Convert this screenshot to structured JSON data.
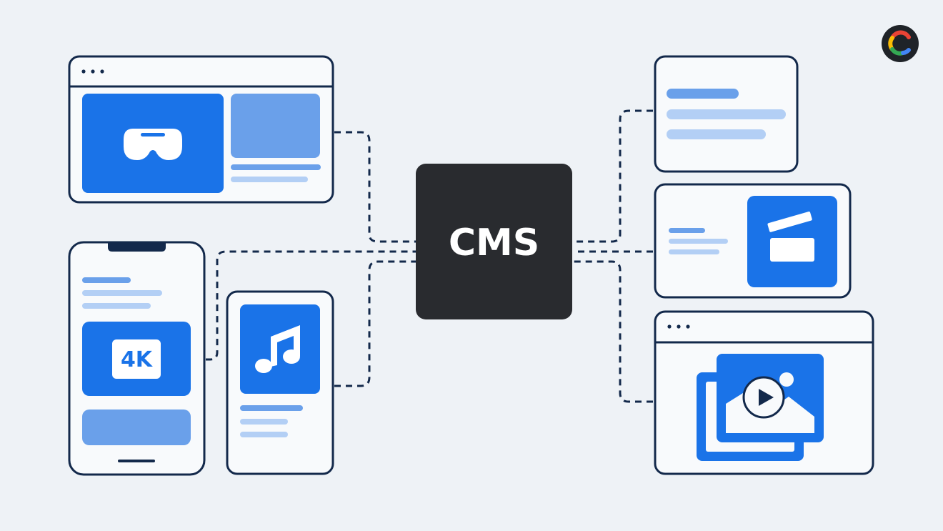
{
  "hub": {
    "label": "CMS"
  },
  "badges": {
    "resolution_label": "4K"
  },
  "colors": {
    "background": "#eef2f6",
    "outline": "#13294b",
    "hub": "#292b2f",
    "primary_blue": "#1a73e8",
    "mid_blue": "#6aa0ea",
    "light_blue": "#b3cff5",
    "panel": "#f8fafc",
    "logo_ring": [
      "#ea4335",
      "#fbbc04",
      "#34a853",
      "#4285f4"
    ]
  },
  "icons": [
    "logo-icon",
    "vr-headset-icon",
    "music-note-icon",
    "clapperboard-icon",
    "image-gallery-icon",
    "play-icon"
  ],
  "devices": [
    "desktop-vr-page",
    "phone-4k-video",
    "phone-music-player",
    "text-card",
    "video-card",
    "desktop-media-gallery"
  ]
}
